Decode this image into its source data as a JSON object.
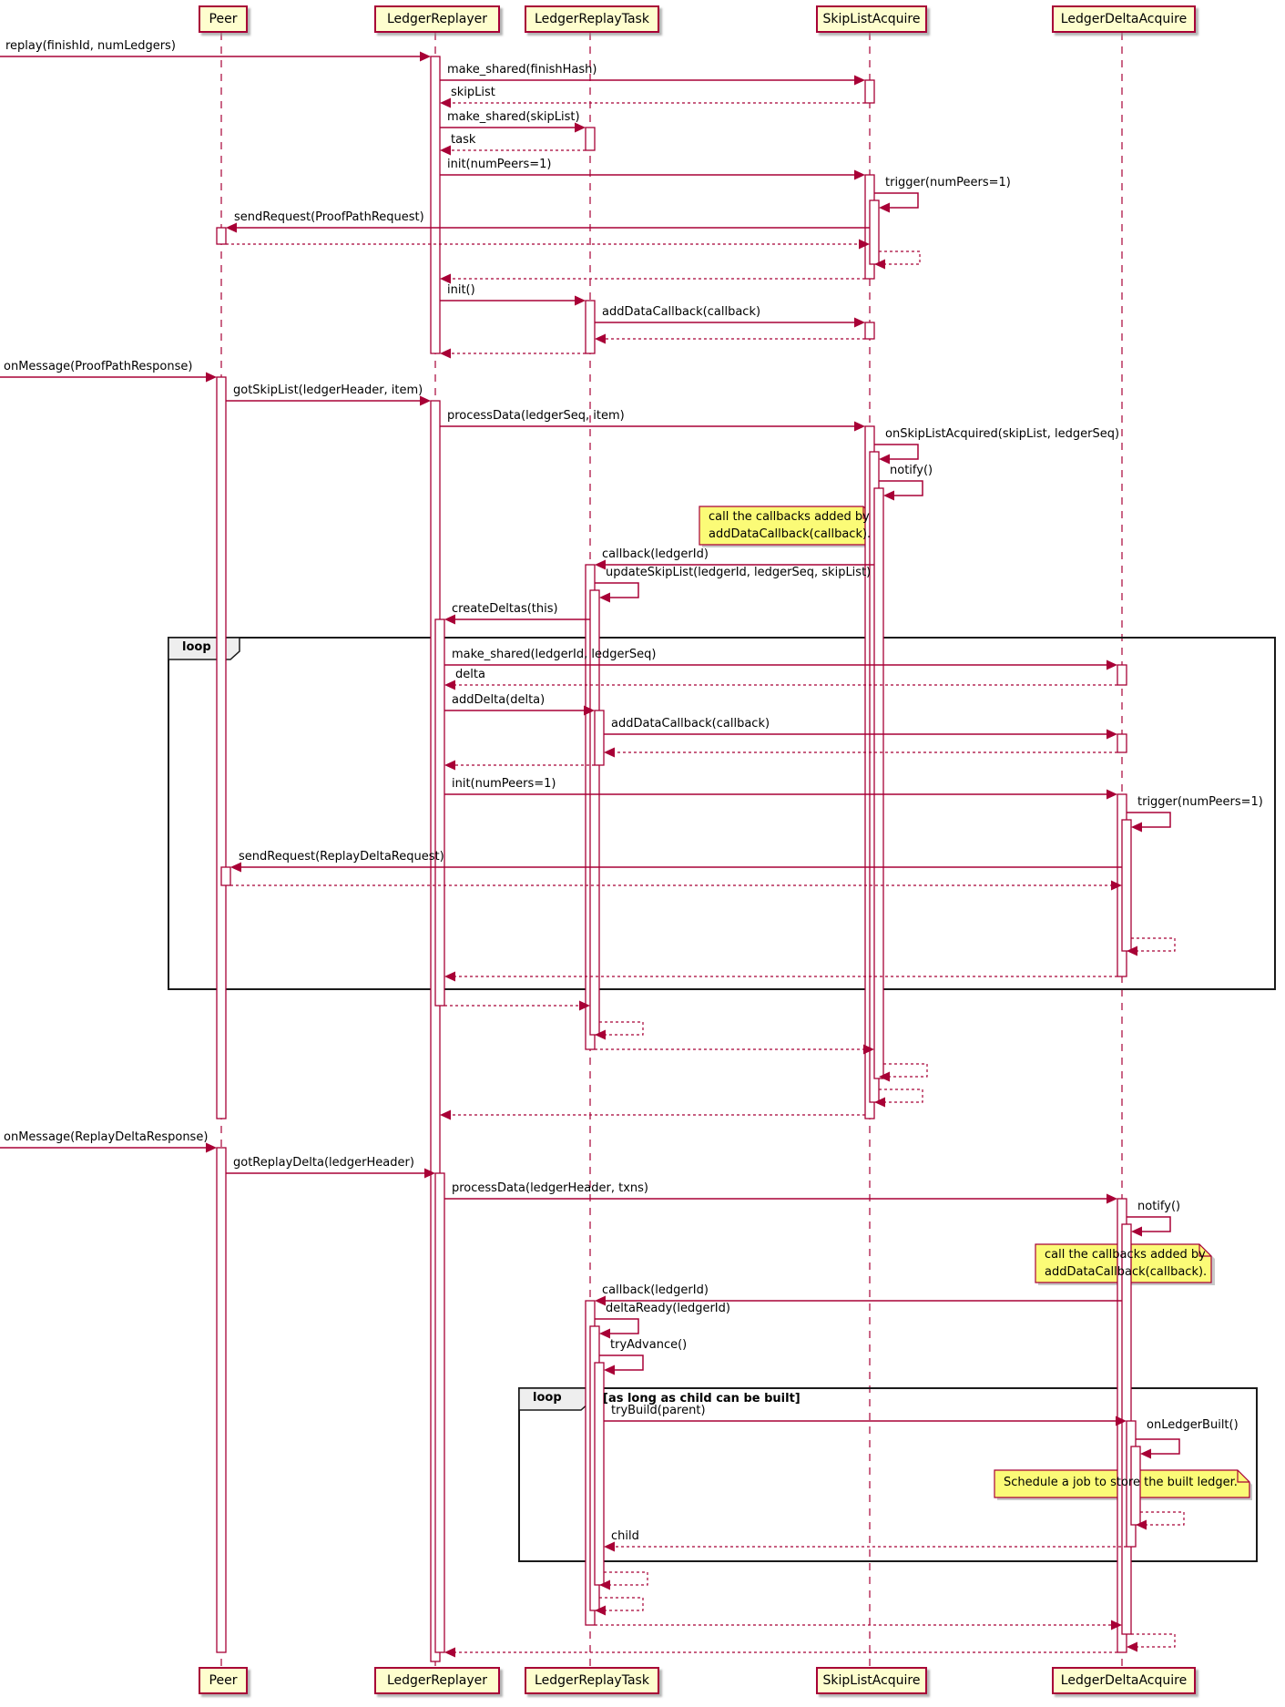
{
  "participants": {
    "peer": "Peer",
    "ledger_replayer": "LedgerReplayer",
    "ledger_replay_task": "LedgerReplayTask",
    "skip_list_acquire": "SkipListAcquire",
    "ledger_delta_acquire": "LedgerDeltaAcquire"
  },
  "messages": {
    "replay": "replay(finishId, numLedgers)",
    "make_shared_finish": "make_shared(finishHash)",
    "ret_skiplist": "skipList",
    "make_shared_skiplist": "make_shared(skipList)",
    "ret_task": "task",
    "init_numpeers_sla": "init(numPeers=1)",
    "trigger_sla": "trigger(numPeers=1)",
    "send_proofpath": "sendRequest(ProofPathRequest)",
    "init_task": "init()",
    "add_data_cb_sla": "addDataCallback(callback)",
    "on_message_proofpath": "onMessage(ProofPathResponse)",
    "got_skiplist": "gotSkipList(ledgerHeader, item)",
    "process_data_skiplist": "processData(ledgerSeq, item)",
    "on_skiplist_acquired": "onSkipListAcquired(skipList, ledgerSeq)",
    "notify_sla": "notify()",
    "callback_ledgerid_1": "callback(ledgerId)",
    "update_skiplist": "updateSkipList(ledgerId, ledgerSeq, skipList)",
    "create_deltas": "createDeltas(this)",
    "make_shared_delta": "make_shared(ledgerId, ledgerSeq)",
    "ret_delta": "delta",
    "add_delta": "addDelta(delta)",
    "add_data_cb_lda": "addDataCallback(callback)",
    "init_numpeers_lda": "init(numPeers=1)",
    "trigger_lda": "trigger(numPeers=1)",
    "send_replaydelta": "sendRequest(ReplayDeltaRequest)",
    "on_message_replaydelta": "onMessage(ReplayDeltaResponse)",
    "got_replaydelta": "gotReplayDelta(ledgerHeader)",
    "process_data_delta": "processData(ledgerHeader, txns)",
    "notify_lda": "notify()",
    "callback_ledgerid_2": "callback(ledgerId)",
    "delta_ready": "deltaReady(ledgerId)",
    "try_advance": "tryAdvance()",
    "try_build": "tryBuild(parent)",
    "on_ledger_built": "onLedgerBuilt()",
    "ret_child": "child"
  },
  "notes": {
    "callbacks_line1": "call the callbacks added by",
    "callbacks_line2": "addDataCallback(callback).",
    "schedule": "Schedule a job to store the built ledger."
  },
  "loops": {
    "outer_label": "loop",
    "inner_label": "loop",
    "inner_condition": "[as long as child can be built]"
  },
  "colors": {
    "line": "#A80036",
    "participant_fill": "#FEFECE",
    "note_fill": "#FBFB77",
    "frame_border": "#1A1A1A"
  }
}
